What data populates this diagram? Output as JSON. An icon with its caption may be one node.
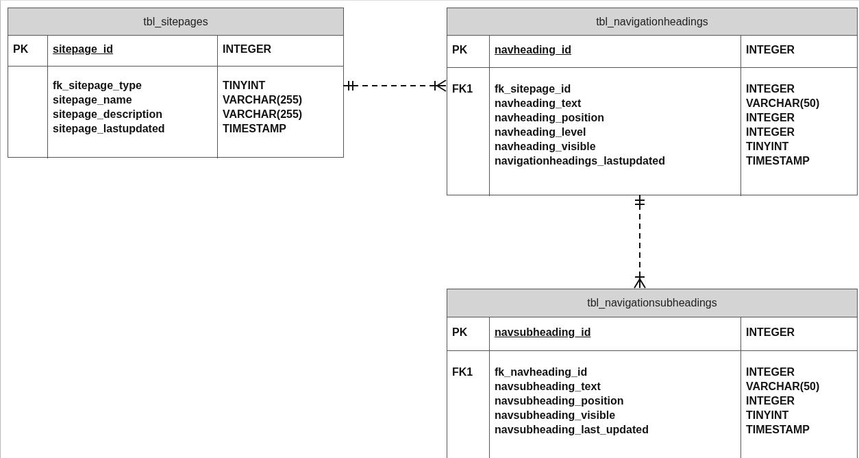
{
  "diagram": {
    "nodes": [
      {
        "text": [
          "tbl_sitepages"
        ]
      },
      {
        "text": [
          "PK",
          "sitepage_id",
          "INTEGER"
        ],
        "in": 0
      },
      {
        "text": [
          "fk_sitepage_type sitepage_name sitepage_description sitepage_lastupdated",
          "TINYINT VARCHAR(255) VARCHAR(255) TIMESTAMP"
        ],
        "in": 0
      },
      {
        "text": [
          "tbl_navigationheadings"
        ]
      },
      {
        "text": [
          "PK",
          "navheading_id",
          "INTEGER"
        ],
        "in": 3
      },
      {
        "text": [
          "FK1",
          "fk_sitepage_id navheading_text navheading_position navheading_level navheading_visible navigationheadings_lastupdated",
          "INTEGER VARCHAR(50) INTEGER INTEGER TINYINT TIMESTAMP"
        ],
        "in": 3
      },
      {
        "text": [
          "tbl_navigationsubheadings"
        ]
      },
      {
        "text": [
          "PK",
          "navsubheading_id",
          "INTEGER"
        ],
        "in": 6
      },
      {
        "text": [
          "FK1",
          "fk_navheading_id navsubheading_text navsubheading_position navsubheading_visible navsubheading_last_updated",
          "INTEGER VARCHAR(50) INTEGER TINYINT TIMESTAMP"
        ],
        "in": 6
      }
    ],
    "edges": [
      {
        "from": 0,
        "to": 3,
        "arrow": "other",
        "style": "dashed"
      },
      {
        "from": 3,
        "to": 6,
        "arrow": "other",
        "style": "dashed"
      }
    ]
  }
}
